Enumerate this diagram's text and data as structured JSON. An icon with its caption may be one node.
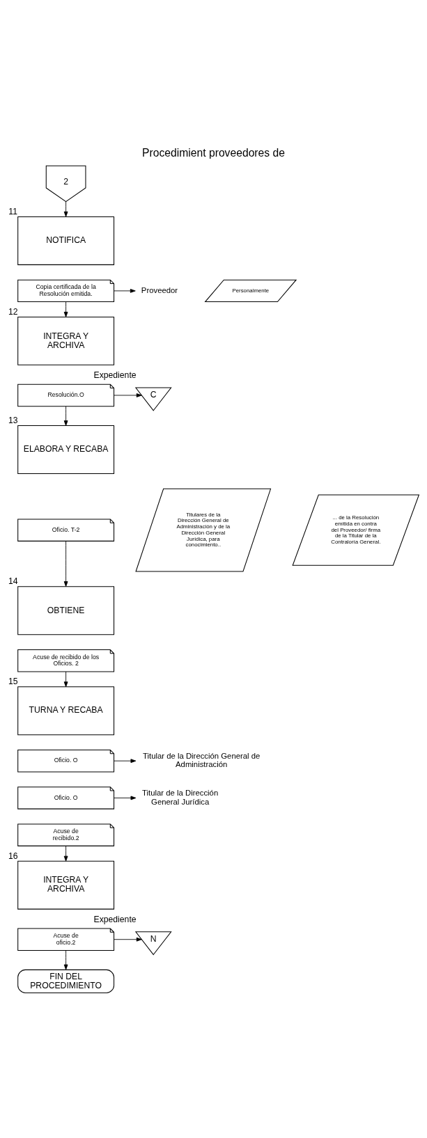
{
  "diagram": {
    "title": "Procedimient proveedores de",
    "nodes": [
      {
        "text": [
          "2"
        ]
      },
      {
        "text": [
          "NOTIFICA"
        ],
        "beside": [
          "11"
        ]
      },
      {
        "text": [
          "Copia certificada de la Resolución emitida."
        ]
      },
      {
        "text": [
          "Proveedor"
        ]
      },
      {
        "text": [
          "Personalmente"
        ]
      },
      {
        "text": [
          "INTEGRA Y ARCHIVA"
        ],
        "beside": [
          "12"
        ]
      },
      {
        "text": [
          "Resolución.O"
        ]
      },
      {
        "text": [
          "C"
        ],
        "beside": [
          "Expediente"
        ]
      },
      {
        "text": [
          "ELABORA Y RECABA"
        ],
        "beside": [
          "13"
        ]
      },
      {
        "text": [
          "Oficio. T-2"
        ]
      },
      {
        "text": [
          "Titulares de la Dirección General de Administración y de la Dirección General Jurídica, para conocimiento.."
        ]
      },
      {
        "text": [
          "... de la Resolución emitida en contra del Proveedor/ firma de la Titular de la Contraloría General."
        ]
      },
      {
        "text": [
          "OBTIENE"
        ],
        "beside": [
          "14"
        ]
      },
      {
        "text": [
          "Acuse de recibido de los Oficios. 2"
        ]
      },
      {
        "text": [
          "TURNA Y RECABA"
        ],
        "beside": [
          "15"
        ]
      },
      {
        "text": [
          "Oficio. O"
        ]
      },
      {
        "text": [
          "Titular de la Dirección General de Administración"
        ]
      },
      {
        "text": [
          "Oficio. O"
        ]
      },
      {
        "text": [
          "Titular de la Dirección General Jurídica"
        ]
      },
      {
        "text": [
          "Acuse de recibido.2"
        ]
      },
      {
        "text": [
          "INTEGRA Y ARCHIVA"
        ],
        "beside": [
          "16"
        ]
      },
      {
        "text": [
          "Acuse de oficio.2"
        ]
      },
      {
        "text": [
          "N"
        ],
        "beside": [
          "Expediente"
        ]
      },
      {
        "text": [
          "FIN DEL PROCEDIMIENTO"
        ]
      }
    ],
    "edges": [
      {
        "from": 0,
        "to": 1,
        "arrow": "to"
      },
      {
        "from": 2,
        "to": 3,
        "arrow": "to"
      },
      {
        "from": 2,
        "to": 5,
        "arrow": "to"
      },
      {
        "from": 6,
        "to": 7,
        "arrow": "to"
      },
      {
        "from": 6,
        "to": 8,
        "arrow": "to"
      },
      {
        "from": 9,
        "to": 12,
        "arrow": "to"
      },
      {
        "from": 13,
        "to": 14,
        "arrow": "to"
      },
      {
        "from": 15,
        "to": 16,
        "arrow": "to"
      },
      {
        "from": 17,
        "to": 18,
        "arrow": "to"
      },
      {
        "from": 19,
        "to": 20,
        "arrow": "to"
      },
      {
        "from": 21,
        "to": 22,
        "arrow": "to"
      },
      {
        "from": 21,
        "to": 23,
        "arrow": "to"
      }
    ]
  }
}
